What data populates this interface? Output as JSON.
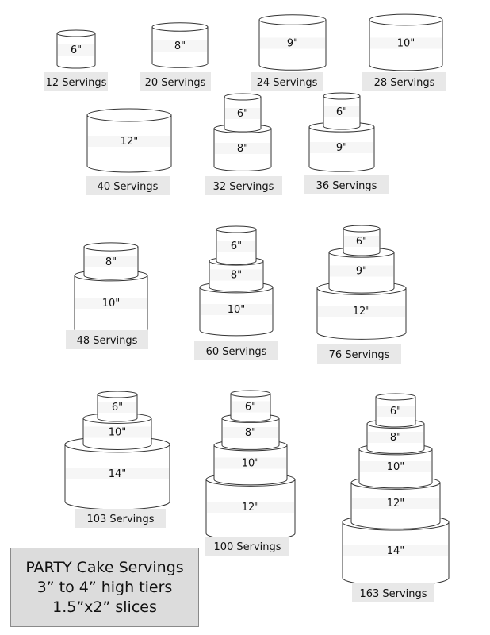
{
  "cakes": [
    {
      "tiers": [
        "6\""
      ],
      "servings": "12 Servings"
    },
    {
      "tiers": [
        "8\""
      ],
      "servings": "20 Servings"
    },
    {
      "tiers": [
        "9\""
      ],
      "servings": "24 Servings"
    },
    {
      "tiers": [
        "10\""
      ],
      "servings": "28 Servings"
    },
    {
      "tiers": [
        "12\""
      ],
      "servings": "40 Servings"
    },
    {
      "tiers": [
        "8\"",
        "6\""
      ],
      "servings": "32 Servings"
    },
    {
      "tiers": [
        "9\"",
        "6\""
      ],
      "servings": "36 Servings"
    },
    {
      "tiers": [
        "10\"",
        "8\""
      ],
      "servings": "48 Servings"
    },
    {
      "tiers": [
        "10\"",
        "8\"",
        "6\""
      ],
      "servings": "60 Servings"
    },
    {
      "tiers": [
        "12\"",
        "9\"",
        "6\""
      ],
      "servings": "76 Servings"
    },
    {
      "tiers": [
        "14\"",
        "10\"",
        "6\""
      ],
      "servings": "103 Servings"
    },
    {
      "tiers": [
        "12\"",
        "10\"",
        "8\"",
        "6\""
      ],
      "servings": "100 Servings"
    },
    {
      "tiers": [
        "14\"",
        "12\"",
        "10\"",
        "8\"",
        "6\""
      ],
      "servings": "163 Servings"
    }
  ],
  "legend": {
    "line1": "PARTY Cake Servings",
    "line2": "3” to 4” high tiers",
    "line3": "1.5”x2” slices"
  },
  "colors": {
    "outline": "#333333",
    "label_box": "#e8e8e8",
    "legend_box": "#dcdcdc"
  }
}
